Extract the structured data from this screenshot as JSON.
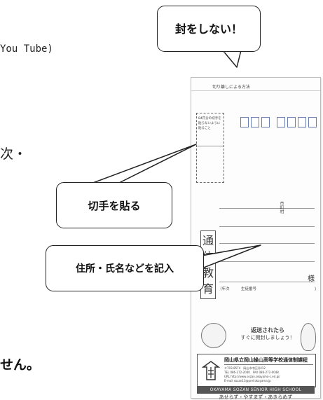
{
  "page": {
    "fragment_youtube": "You Tube)",
    "fragment_tsugi": "次・",
    "fragment_masen": "せん。"
  },
  "envelope": {
    "return_address_strip": "切り離しによる方法",
    "stamp_note": "84円分の切手を貼らないように貼ること",
    "postal_code_box_count": 7,
    "city_label": "市町村",
    "tsushin_chars": [
      "通",
      "信",
      "教",
      "育"
    ],
    "sama": "様",
    "nen_kumi": "（年次　　　生徒番号",
    "nen_close": "）",
    "return_text_line1": "返送されたら",
    "return_text_line2": "すぐに開封しましょう！",
    "school_name": "岡山県立岡山操山高等学校通信制課程",
    "school_address_line1": "〒703-8574　岡山市中区浜412",
    "school_address_line2": "TEL 086-272-2040　FAX 086-272-0048",
    "school_address_line3": "URL http://www.sozan.okayama-c.ed.jp/",
    "school_address_line4": "E-mail sozan13@pref.okayama.jp",
    "school_en": "OKAYAMA SOZAN SENIOR HIGH SCHOOL",
    "motto": "あせらず・やすまず・あきらめず",
    "colors": {
      "postal_box_border": "#6a7fb0",
      "school_en_band": "#555555"
    }
  },
  "callouts": {
    "seal": "封をしない！",
    "stamp": "切手を貼る",
    "address": "住所・氏名などを記入"
  },
  "icons": {
    "school_logo": "school-emblem-icon",
    "decoration_left": "mascot-left-icon",
    "decoration_right": "rabbit-mascot-icon"
  }
}
